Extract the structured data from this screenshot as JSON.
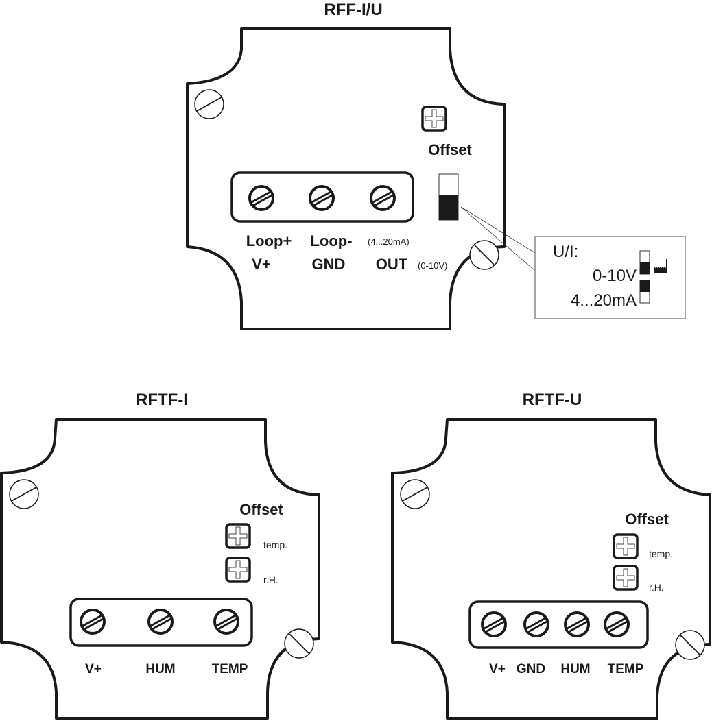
{
  "devices": [
    {
      "id": "rff-iu",
      "title": "RFF-I/U",
      "offset_label": "Offset",
      "terminals_top_labels": [
        "Loop+",
        "Loop-"
      ],
      "terminals_top_note": "(4...20mA)",
      "terminals_bottom_labels": [
        "V+",
        "GND",
        "OUT"
      ],
      "terminals_bottom_note": "(0-10V)",
      "terminal_count": 3,
      "switch": {
        "state": "bottom",
        "callout": {
          "heading": "U/I:",
          "options": [
            {
              "label": "0-10V",
              "position": "bottom",
              "factory_default": true
            },
            {
              "label": "4...20mA",
              "position": "top",
              "factory_default": false
            }
          ],
          "factory_icon": "factory-icon"
        }
      }
    },
    {
      "id": "rftf-i",
      "title": "RFTF-I",
      "offset_label": "Offset",
      "pots": [
        {
          "label": "temp."
        },
        {
          "label": "r.H."
        }
      ],
      "terminal_labels": [
        "V+",
        "HUM",
        "TEMP"
      ],
      "terminal_count": 3
    },
    {
      "id": "rftf-u",
      "title": "RFTF-U",
      "offset_label": "Offset",
      "pots": [
        {
          "label": "temp."
        },
        {
          "label": "r.H."
        }
      ],
      "terminal_labels": [
        "V+",
        "GND",
        "HUM",
        "TEMP"
      ],
      "terminal_count": 4
    }
  ]
}
